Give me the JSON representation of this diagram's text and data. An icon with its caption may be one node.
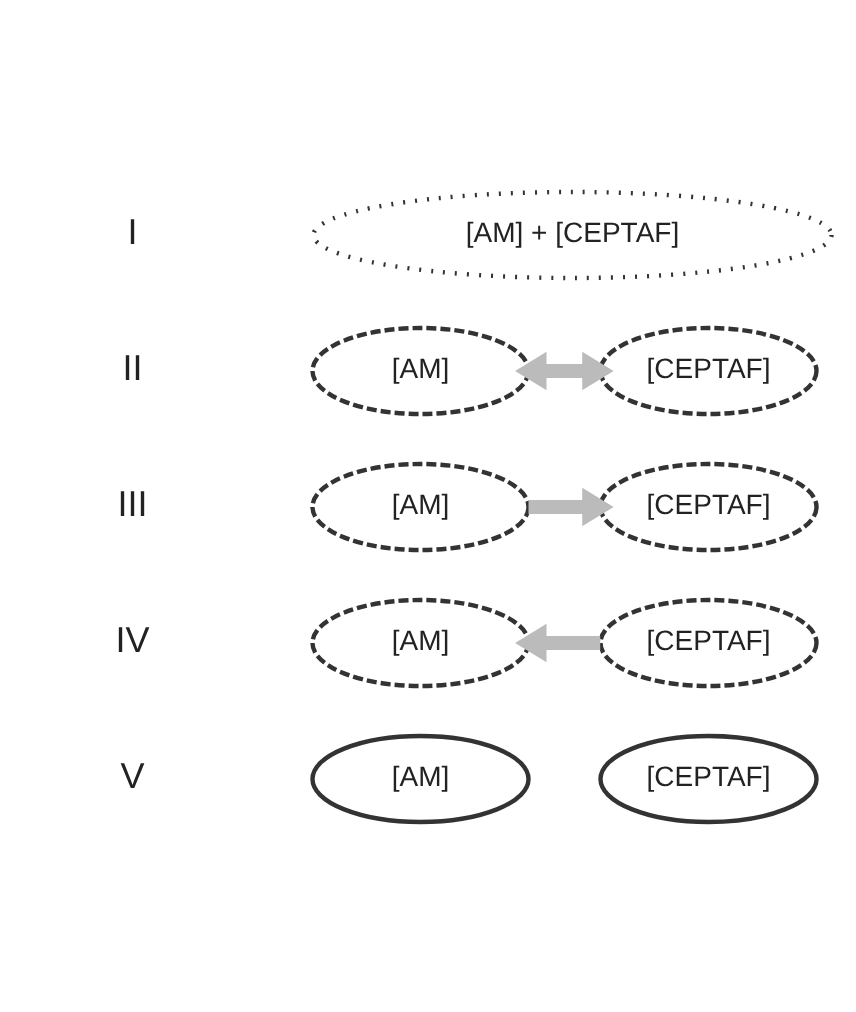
{
  "diagram": {
    "nodes": [
      {
        "text": [
          "[AM] + [CEPTAF]"
        ]
      },
      {
        "text": [
          "[AM]"
        ]
      },
      {
        "text": [
          "[CEPTAF]"
        ]
      },
      {
        "text": [
          "[AM]"
        ]
      },
      {
        "text": [
          "[CEPTAF]"
        ]
      },
      {
        "text": [
          "[AM]"
        ]
      },
      {
        "text": [
          "[CEPTAF]"
        ]
      },
      {
        "text": [
          "[AM]"
        ]
      },
      {
        "text": [
          "[CEPTAF]"
        ]
      }
    ],
    "edges": [
      {
        "from": 1,
        "to": 2,
        "arrow": "both"
      },
      {
        "from": 3,
        "to": 4,
        "arrow": "to"
      },
      {
        "from": 6,
        "to": 5,
        "arrow": "to"
      }
    ],
    "labels": [
      "I",
      "II",
      "III",
      "IV",
      "V"
    ]
  }
}
